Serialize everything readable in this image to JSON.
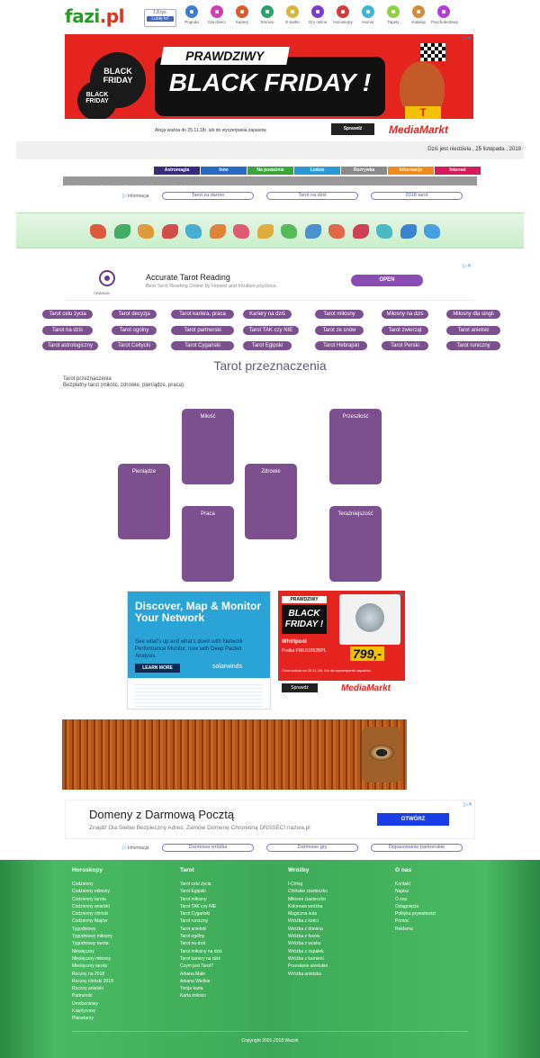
{
  "header": {
    "logo": "fazi",
    "logo_tld": ".pl",
    "like_count": "1,8 tys.",
    "like_label": "Lubię to!",
    "nav": [
      {
        "label": "Pogoda",
        "color": "#3b7ad6"
      },
      {
        "label": "Dla dzieci",
        "color": "#d63bb6"
      },
      {
        "label": "Kariery",
        "color": "#e05a2a"
      },
      {
        "label": "Smoosi",
        "color": "#2aa36a"
      },
      {
        "label": "E-kartki",
        "color": "#d6b63b"
      },
      {
        "label": "Gry online",
        "color": "#7a3bd6"
      },
      {
        "label": "Horoskopy",
        "color": "#d63b3b"
      },
      {
        "label": "Humor",
        "color": "#3bb6d6"
      },
      {
        "label": "Tapety",
        "color": "#8ad63b"
      },
      {
        "label": "Katalog",
        "color": "#d68a3b"
      },
      {
        "label": "Psychotestowy",
        "color": "#b63bd6"
      }
    ]
  },
  "top_ad": {
    "prawdziwy": "PRAWDZIWY",
    "black_friday": "BLACK FRIDAY !",
    "balloon1": "BLACK FRIDAY",
    "balloon2": "BLACK FRIDAY",
    "akcja": "Akcja ważna do 25.11.18r. lub do wyczerpania zapasów.",
    "sprawdz": "Sprawdź",
    "brand": "MediaMarkt",
    "tshirt": "T"
  },
  "date_text": "Dziś jest niedziela , 25 listopada , 2018",
  "color_tabs": [
    {
      "label": "Astromagia",
      "color": "#3a2a7a"
    },
    {
      "label": "Inne",
      "color": "#2a6ac6"
    },
    {
      "label": "Na poważnie",
      "color": "#3aa63a"
    },
    {
      "label": "Ludzie",
      "color": "#2a9ad6"
    },
    {
      "label": "Rozrywka",
      "color": "#8a8a8a"
    },
    {
      "label": "Informacje",
      "color": "#f08a1a"
    },
    {
      "label": "Internet",
      "color": "#d61a5a"
    }
  ],
  "gray_links": "Dla Dzieci | Gry online | Humor | Krzyżówki | Śmieszne zdjęcia | Tapety",
  "info_label": "Informacja",
  "info_links_1": [
    "Tarot za darmo",
    "Tarot na dziś",
    "2018 tarot"
  ],
  "zodiac_colors": [
    "#e04020",
    "#2aa050",
    "#e08a20",
    "#d03030",
    "#30a0d0",
    "#e07020",
    "#e04060",
    "#e0a020",
    "#40b040",
    "#3080d0",
    "#e05030",
    "#d02040",
    "#30b0c0",
    "#2070d0",
    "#3090e0"
  ],
  "tarot_ad": {
    "logo": "ORANUM",
    "title": "Accurate Tarot Reading",
    "desc": "Best Tarot Reading Online by Honest and Intuitive psychics.",
    "open": "OPEN"
  },
  "tarot_buttons": [
    [
      "Tarot celu życia",
      "Tarot decyzja",
      "Tarot kariera, praca",
      "Kariery na dziś",
      "Tarot miłosny",
      "Miłosny na dziś",
      "Miłosny dla singli"
    ],
    [
      "Tarot na dziś",
      "Tarot ogólny",
      "Tarot partnerski",
      "Tarot TAK czy NIE",
      "Tarot ze snów",
      "Tarot zwierząt",
      "Tarot anielski"
    ],
    [
      "Tarot astrologiczny",
      "Tarot Celtycki",
      "Tarot Cygański",
      "Tarot Egipski",
      "Tarot Hebrajski",
      "Tarot Perski",
      "Tarot runiczny"
    ]
  ],
  "page_title": "Tarot przeznaczenia",
  "subtitle1": "Tarot przeznaczenia",
  "subtitle2": "Bezpłatny tarot (miłość, zdrowie, pieniądze, praca).",
  "cards": {
    "milosc": "Miłość",
    "pieniadze": "Pieniądze",
    "zdrowie": "Zdrowie",
    "praca": "Praca",
    "przeszlosc": "Przeszłość",
    "terazniejszosc": "Teraźniejszość"
  },
  "solarwinds_ad": {
    "headline": "Discover, Map & Monitor Your Network",
    "body": "See what's up and what's down with Network Performance Monitor, now with Deep Packet Analysis.",
    "cta": "LEARN MORE",
    "brand": "solarwinds"
  },
  "mm_ad": {
    "prawdziwy": "PRAWDZIWY",
    "bf": "BLACK FRIDAY !",
    "whirlpool": "Whirlpool",
    "product": "Pralka FWL61052BPL",
    "price": "799,-",
    "cena": "Cena ważna do 25.11.18r. lub do wyczerpania zapasów.",
    "sprawdz": "Sprawdź",
    "brand": "MediaMarkt"
  },
  "domain_ad": {
    "title": "Domeny z Darmową Pocztą",
    "desc": "Znajdź Dla Siebie Bezpieczny Adres. Zamów Domenę Chronioną DNSSEC! nazwa.pl",
    "btn": "OTWÓRZ"
  },
  "info_links_2": [
    "Darmowa wróżba",
    "Darmowe gry",
    "Dopasowanie partnerskie"
  ],
  "footer": {
    "cols": [
      {
        "title": "Horoskopy",
        "items": [
          "Codzienny",
          "Codzienny miłosny",
          "Codzienny tarota",
          "Codzienny anielski",
          "Codzienny chiński",
          "Codzienny Majów",
          "Tygodniowy",
          "Tygodniowy miłosny",
          "Tygodniowy tarota",
          "Miesięczny",
          "Miesięczny miłosny",
          "Miesięczny tarota",
          "Roczny na 2018",
          "Roczny chiński 2018",
          "Roczny anielski",
          "Partnerski",
          "Urodzeniowy",
          "Księżycowy",
          "Planetarny"
        ]
      },
      {
        "title": "Tarot",
        "items": [
          "Tarot celu życia",
          "Tarot Egipski",
          "Tarot miłosny",
          "Tarot TAK czy NIE",
          "Tarot Cygański",
          "Tarot runiczny",
          "Tarot anielski",
          "Tarot ogólny",
          "Tarot na dziś",
          "Tarot miłosny na dziś",
          "Tarot kariery na dziś",
          "Czym jest Tarot?",
          "Arkana Małe",
          "Arkana Wielkie",
          "Twoja karta",
          "Karta miłości"
        ]
      },
      {
        "title": "Wróżby",
        "items": [
          "I-Ching",
          "Chińskie ciasteczko",
          "Miłosne ciasteczko",
          "Kolorowa wróżba",
          "Magiczna kula",
          "Wróżba z kości",
          "Wróżba z domina",
          "Wróżba z fusów",
          "Wróżba z wosku",
          "Wróżba z zapałek",
          "Wróżba z kamieni",
          "Przesłanie anielskie",
          "Wróżba anielska"
        ]
      },
      {
        "title": "O nas",
        "items": [
          "Kontakt",
          "Napisz",
          "O nas",
          "Osiągnięcia",
          "Polityka prywatności",
          "Pomoc",
          "Reklama"
        ]
      }
    ],
    "copyright": "Copyright 2001-2018 Wacek"
  }
}
